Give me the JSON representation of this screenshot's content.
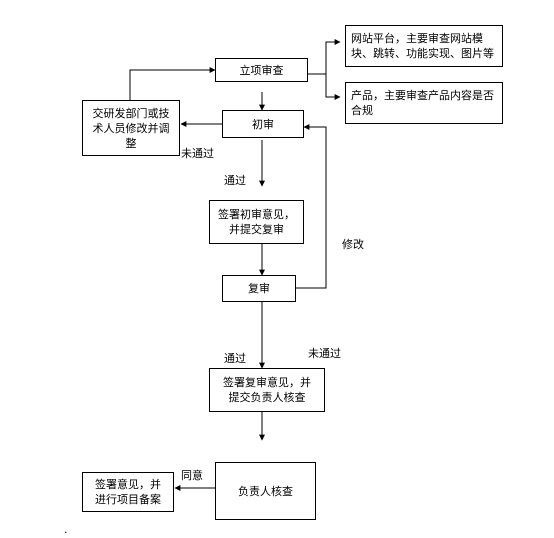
{
  "nodes": {
    "lixiang": "立项审查",
    "website": "网站平台，主要审查网站模块、跳转、功能实现、图片等",
    "product": "产品，主要审查产品内容是否合规",
    "revise": "交研发部门或技术人员修改并调整",
    "chushen": "初审",
    "sign_first": "签署初审意见，并提交复审",
    "fushen": "复审",
    "sign_second": "签署复审意见，并提交负责人核查",
    "owner_check": "负责人核查",
    "sign_record": "签署意见，并进行项目备案"
  },
  "edge_labels": {
    "not_passed_1": "未通过",
    "passed_1": "通过",
    "modify": "修改",
    "passed_2": "通过",
    "not_passed_2": "未通过",
    "agree": "同意"
  },
  "footnote": "."
}
